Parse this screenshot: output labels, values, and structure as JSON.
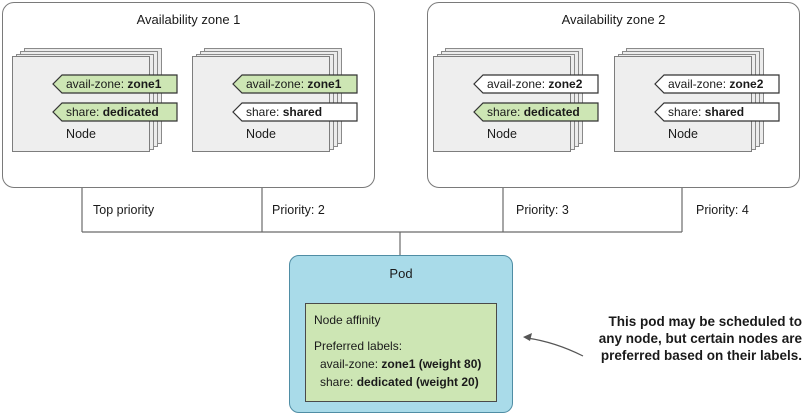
{
  "zones": [
    {
      "title": "Availability zone 1"
    },
    {
      "title": "Availability zone 2"
    }
  ],
  "nodes": [
    {
      "label": "Node",
      "tags": [
        {
          "key": "avail-zone: ",
          "value": "zone1",
          "highlighted": true
        },
        {
          "key": "share: ",
          "value": "dedicated",
          "highlighted": true
        }
      ]
    },
    {
      "label": "Node",
      "tags": [
        {
          "key": "avail-zone: ",
          "value": "zone1",
          "highlighted": true
        },
        {
          "key": "share: ",
          "value": "shared",
          "highlighted": false
        }
      ]
    },
    {
      "label": "Node",
      "tags": [
        {
          "key": "avail-zone: ",
          "value": "zone2",
          "highlighted": false
        },
        {
          "key": "share: ",
          "value": "dedicated",
          "highlighted": true
        }
      ]
    },
    {
      "label": "Node",
      "tags": [
        {
          "key": "avail-zone: ",
          "value": "zone2",
          "highlighted": false
        },
        {
          "key": "share: ",
          "value": "shared",
          "highlighted": false
        }
      ]
    }
  ],
  "priorities": [
    "Top priority",
    "Priority: 2",
    "Priority: 3",
    "Priority: 4"
  ],
  "pod": {
    "title": "Pod",
    "affinity_title": "Node affinity",
    "preferred_title": "Preferred labels:",
    "pref1_key": "avail-zone: ",
    "pref1_value": "zone1 (weight 80)",
    "pref2_key": "share: ",
    "pref2_value": "dedicated (weight 20)"
  },
  "note": {
    "line1": "This pod may be scheduled to",
    "line2": "any node, but certain nodes are",
    "line3": "preferred based on their labels."
  },
  "colors": {
    "tag_highlight": "#cde6b4",
    "tag_plain": "#ffffff",
    "pod_fill": "#a9dbe9",
    "node_fill": "#eeeeee"
  }
}
